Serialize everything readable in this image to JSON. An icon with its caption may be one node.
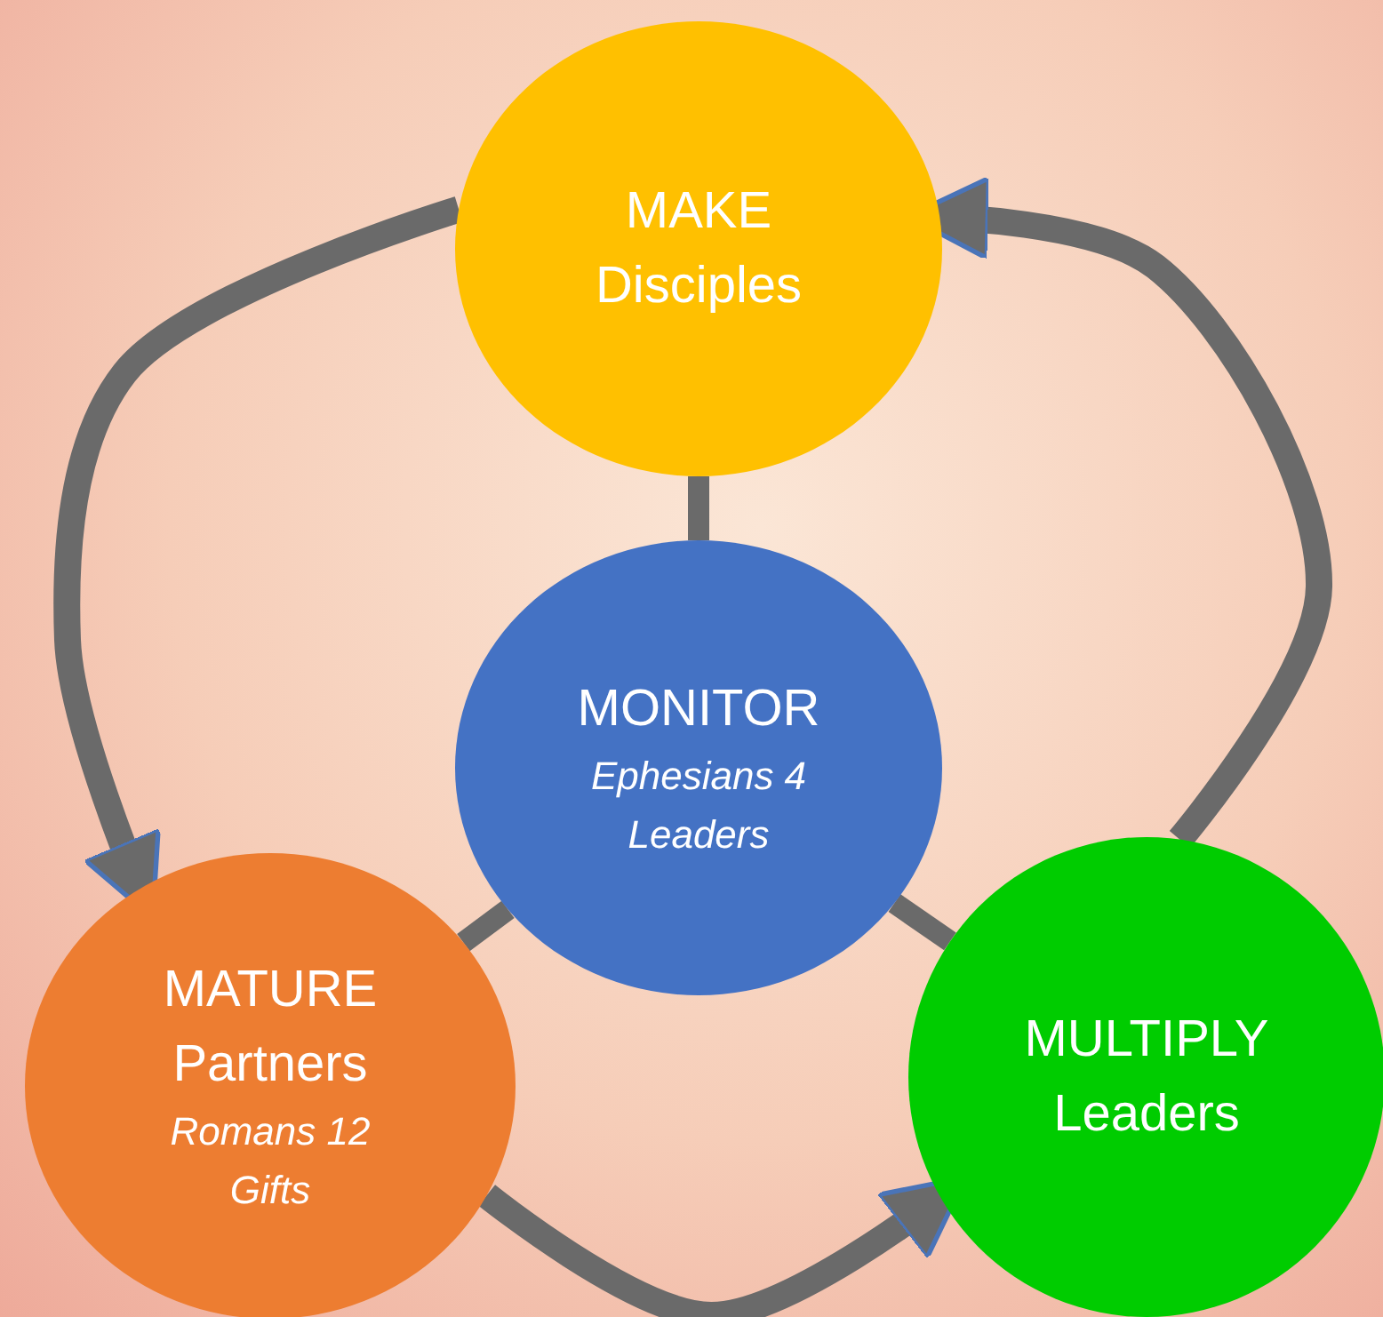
{
  "diagram": {
    "nodes": [
      {
        "text": [
          "MAKE Disciples"
        ]
      },
      {
        "text": [
          "MONITOR",
          "Ephesians 4 Leaders"
        ]
      },
      {
        "text": [
          "MATURE Partners",
          "Romans 12 Gifts"
        ]
      },
      {
        "text": [
          "MULTIPLY Leaders"
        ]
      }
    ],
    "edges": [
      {
        "from": 1,
        "to": 0,
        "arrow": "none"
      },
      {
        "from": 1,
        "to": 2,
        "arrow": "none"
      },
      {
        "from": 1,
        "to": 3,
        "arrow": "none"
      },
      {
        "from": 0,
        "to": 2,
        "arrow": "to"
      },
      {
        "from": 2,
        "to": 3,
        "arrow": "to"
      },
      {
        "from": 3,
        "to": 0,
        "arrow": "to"
      }
    ]
  }
}
